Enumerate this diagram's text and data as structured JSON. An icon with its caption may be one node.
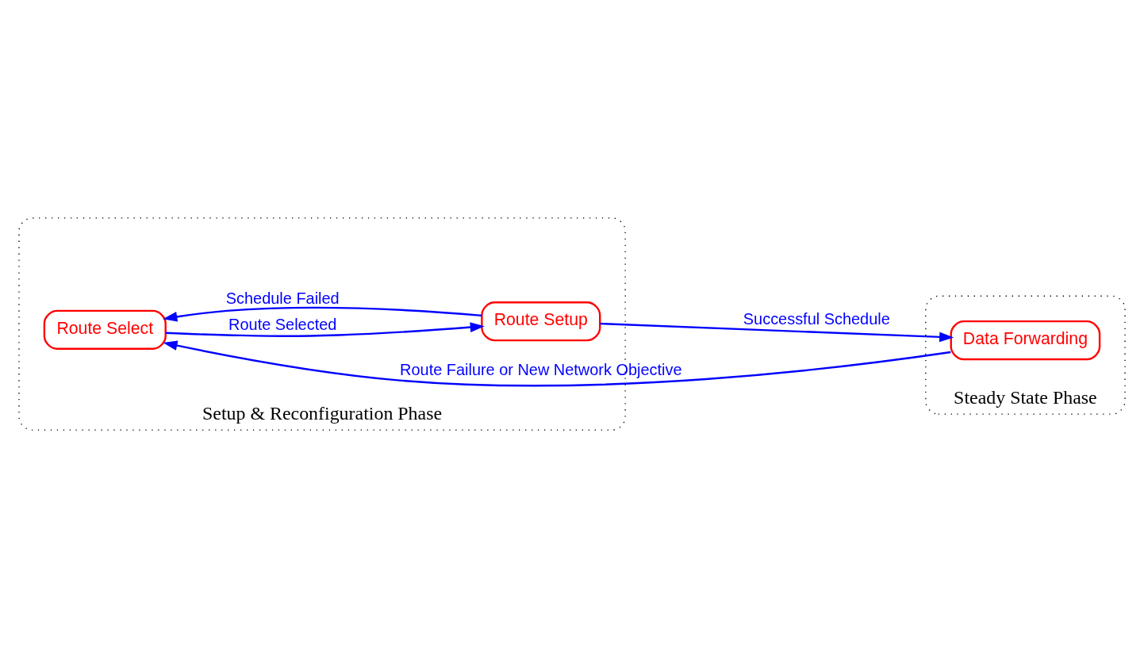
{
  "diagram": {
    "nodes": [
      {
        "text": [
          "Setup & Reconfiguration Phase"
        ]
      },
      {
        "text": [
          "Route Select"
        ],
        "in": 0
      },
      {
        "text": [
          "Route Setup"
        ],
        "in": 0
      },
      {
        "text": [
          "Steady State Phase"
        ]
      },
      {
        "text": [
          "Data Forwarding"
        ],
        "in": 3
      }
    ],
    "edges": [
      {
        "from": 1,
        "to": 2,
        "arrow": "to",
        "label": "Route Selected"
      },
      {
        "from": 2,
        "to": 1,
        "arrow": "to",
        "label": "Schedule Failed"
      },
      {
        "from": 2,
        "to": 4,
        "arrow": "to",
        "label": "Successful Schedule"
      },
      {
        "from": 4,
        "to": 1,
        "arrow": "to",
        "label": "Route Failure or New Network Objective"
      }
    ]
  }
}
